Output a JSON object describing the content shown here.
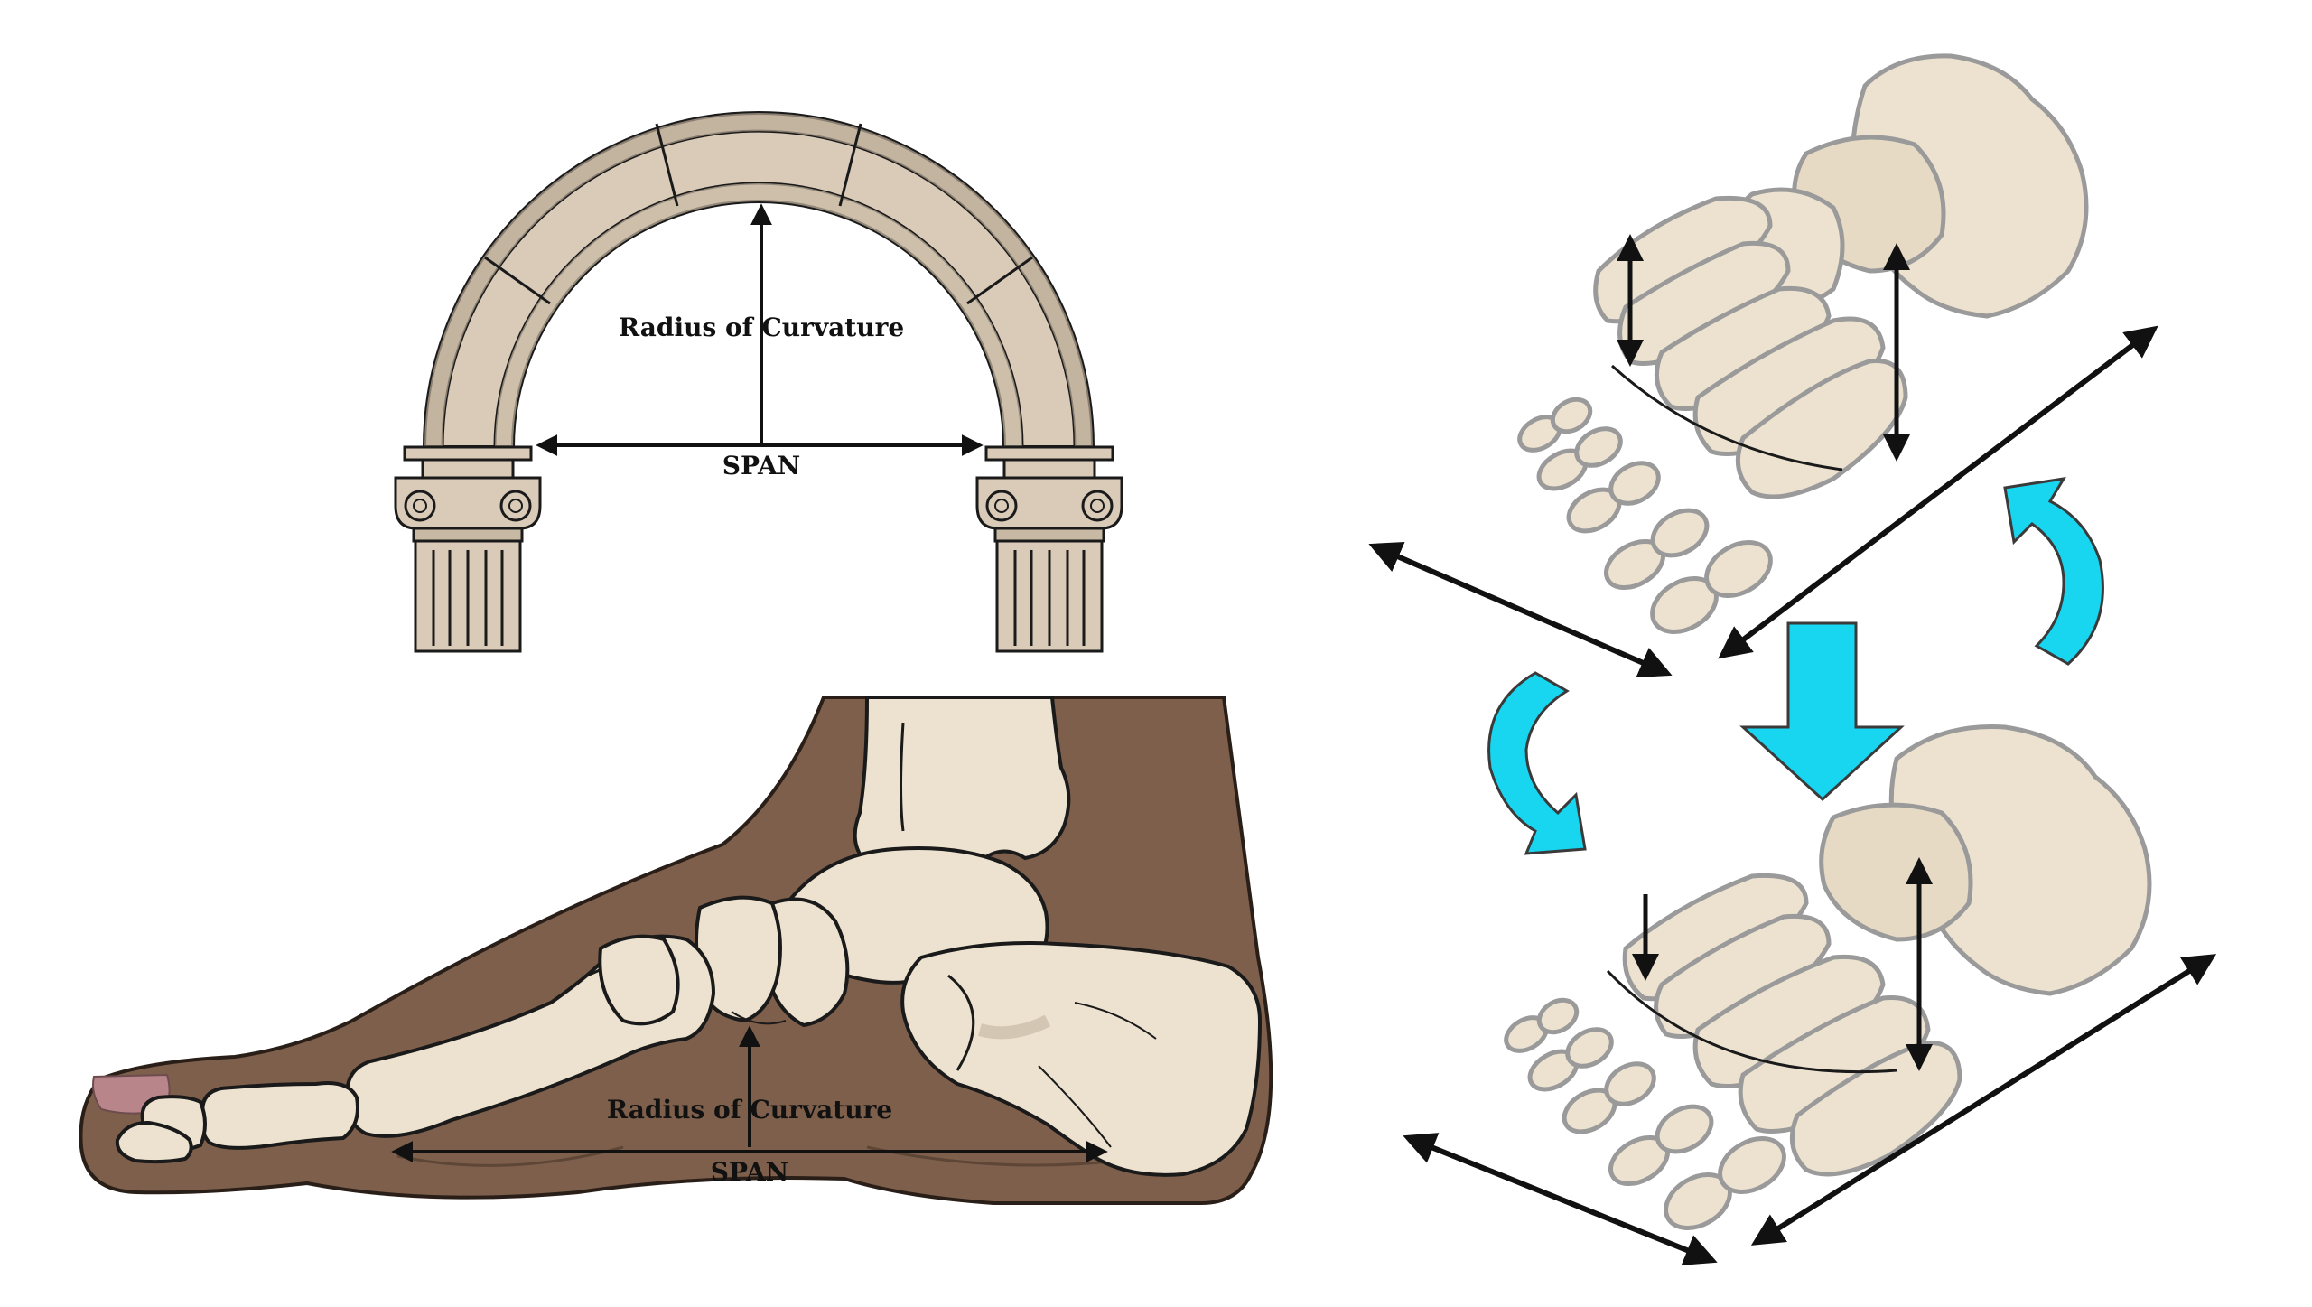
{
  "arch": {
    "radius_label": "Radius of Curvature",
    "span_label": "SPAN"
  },
  "foot_side": {
    "radius_label": "Radius of Curvature",
    "span_label": "SPAN"
  },
  "colors": {
    "stone": "#d9cbb8",
    "stone_dark": "#b9aa96",
    "outline": "#1a1a1a",
    "skin": "#7d5f4b",
    "bone": "#ece2cf",
    "bone_shade": "#d8cbb2",
    "nail": "#b8858a",
    "cyan": "#18d6f0",
    "gray_outline": "#9a9a9a"
  }
}
